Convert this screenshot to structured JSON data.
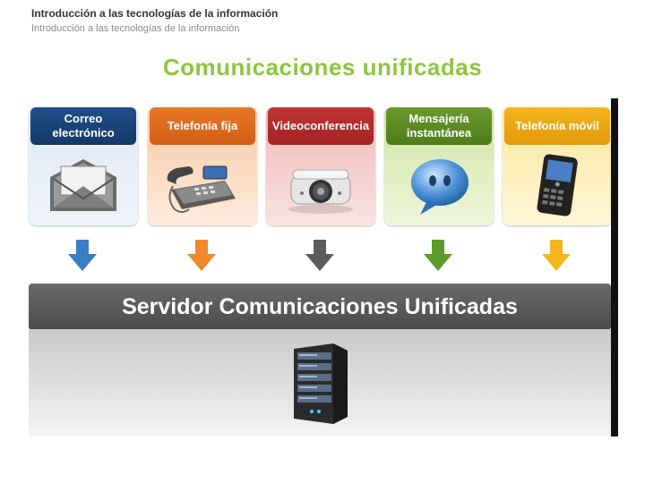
{
  "header": {
    "title": "Introducción a las tecnologías de la información",
    "subtitle": "Introducción a las tecnologías de la información"
  },
  "slide": {
    "title": "Comunicaciones unificadas"
  },
  "diagram": {
    "channels": [
      {
        "label": "Correo\nelectrónico",
        "icon": "envelope-icon",
        "arrow_color": "#3a7cc6"
      },
      {
        "label": "Telefonía fija",
        "icon": "desk-phone-icon",
        "arrow_color": "#f0892c"
      },
      {
        "label": "Videoconferencia",
        "icon": "projector-camera-icon",
        "arrow_color": "#5c5c5c"
      },
      {
        "label": "Mensajería\ninstantánea",
        "icon": "chat-bubble-icon",
        "arrow_color": "#5c9a2e"
      },
      {
        "label": "Telefonía móvil",
        "icon": "mobile-phone-icon",
        "arrow_color": "#f5b81c"
      }
    ],
    "server_label": "Servidor Comunicaciones Unificadas",
    "server_icon": "server-tower-icon"
  }
}
